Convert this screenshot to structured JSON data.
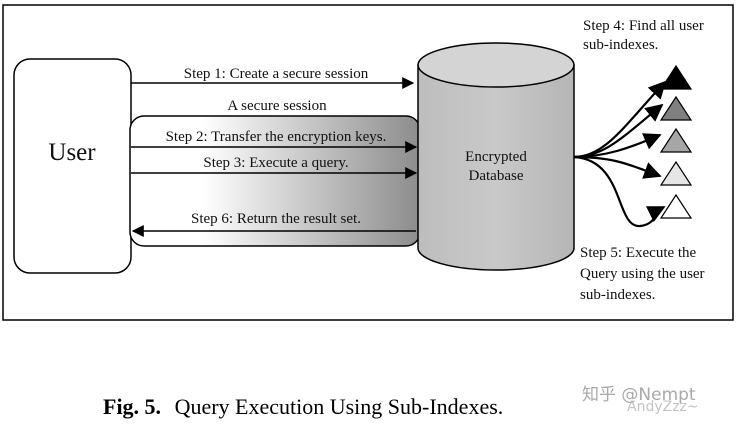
{
  "diagram": {
    "user_label": "User",
    "database_label_line1": "Encrypted",
    "database_label_line2": "Database",
    "secure_session_label": "A secure session",
    "arrows": {
      "step1": "Step 1: Create a secure session",
      "step2": "Step 2: Transfer the encryption keys.",
      "step3": "Step 3: Execute a query.",
      "step6": "Step 6: Return the result set."
    },
    "step4_line1": "Step 4: Find all user",
    "step4_line2": "sub-indexes.",
    "step5_line1": "Step 5: Execute the",
    "step5_line2": "Query using the user",
    "step5_line3": "sub-indexes.",
    "sub_index_colors": [
      "#000000",
      "#808080",
      "#a6a6a6",
      "#e6e6e6",
      "#ffffff"
    ]
  },
  "caption": {
    "prefix": "Fig. 5.",
    "text": "Query Execution Using Sub-Indexes."
  },
  "watermark": {
    "text": "知乎 @Nempt",
    "subtext": "AndyZzz~"
  }
}
